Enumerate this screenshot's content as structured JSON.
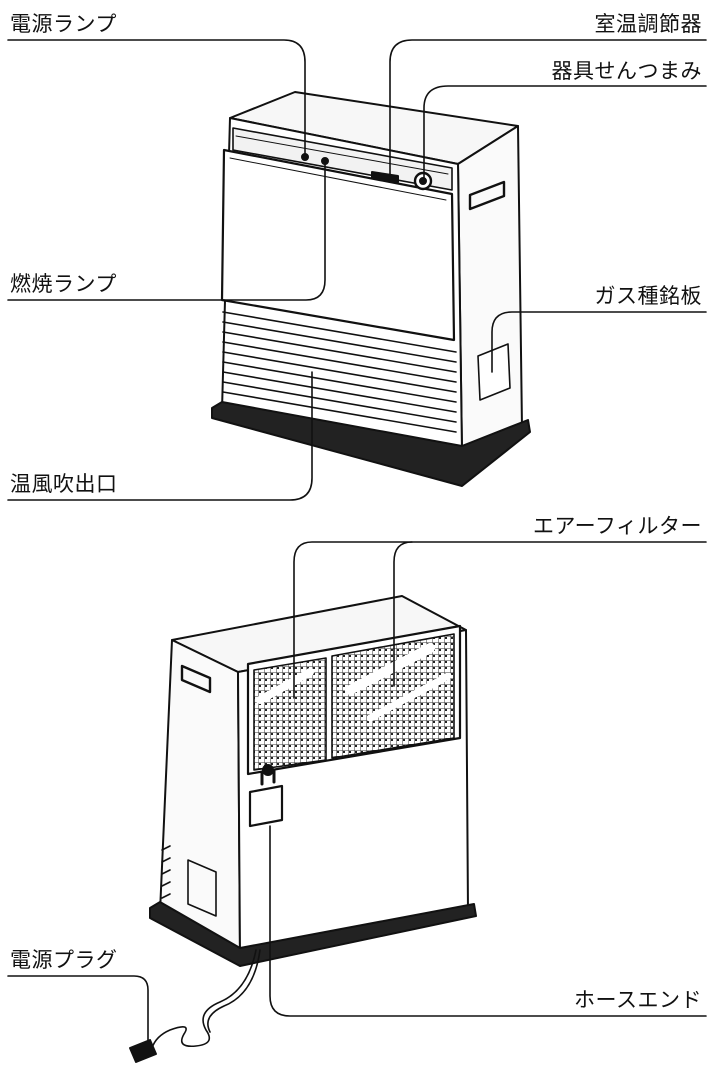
{
  "diagram": {
    "front_view": {
      "labels": {
        "power_lamp": "電源ランプ",
        "room_temp_control": "室温調節器",
        "appliance_valve_knob": "器具せんつまみ",
        "combustion_lamp": "燃焼ランプ",
        "gas_type_plate": "ガス種銘板",
        "warm_air_outlet": "温風吹出口"
      }
    },
    "back_view": {
      "labels": {
        "air_filter": "エアーフィルター",
        "power_plug": "電源プラグ",
        "hose_end": "ホースエンド"
      }
    }
  }
}
